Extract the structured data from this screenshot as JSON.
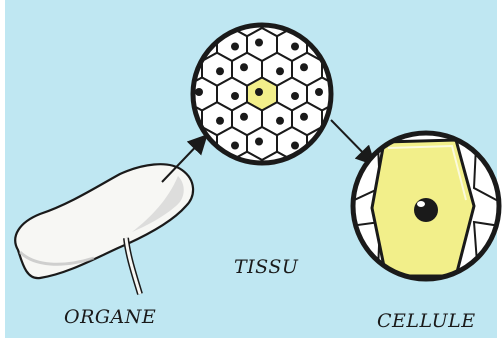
{
  "diagram": {
    "labels": {
      "organ": "ORGANE",
      "tissue": "TISSU",
      "cell": "CELLULE"
    },
    "colors": {
      "background": "#bfe7f2",
      "frame": "#ffffff",
      "outline": "#1a1a1a",
      "cell_fill": "#ffffff",
      "highlight": "#f2ef8a",
      "organ_fill": "#f7f7f4",
      "organ_shade": "#cfcfcf"
    },
    "icons": [
      "organ-shape",
      "tissue-circle",
      "cell-circle",
      "arrow"
    ]
  }
}
